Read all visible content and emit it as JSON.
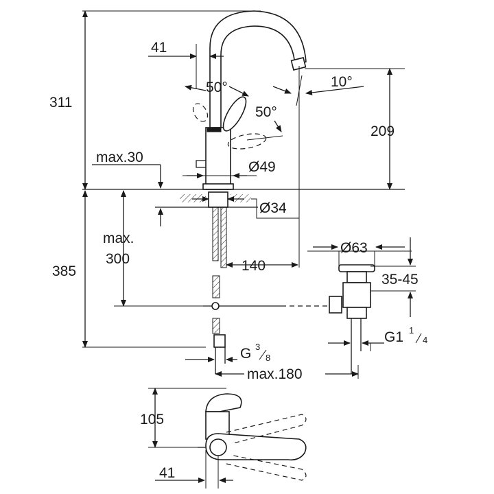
{
  "dimensions": {
    "d311": "311",
    "d41_top": "41",
    "angle50_a": "50°",
    "angle50_b": "50°",
    "angle10": "10°",
    "d209": "209",
    "max30": "max.30",
    "dia49": "Ø49",
    "dia34": "Ø34",
    "max_label": "max.",
    "d300": "300",
    "d385": "385",
    "d140": "140",
    "dia63": "Ø63",
    "d35_45": "35-45",
    "g_half": "G",
    "g38_num": "3",
    "g38_den": "8",
    "g1_main": "G1",
    "g1_num": "1",
    "g1_den": "4",
    "max180": "max.180",
    "d105": "105",
    "d41_bottom": "41"
  },
  "colors": {
    "ink": "#1a1a1a",
    "paper": "#ffffff"
  },
  "icons": {
    "arrowhead": "filled-triangle-arrow"
  }
}
